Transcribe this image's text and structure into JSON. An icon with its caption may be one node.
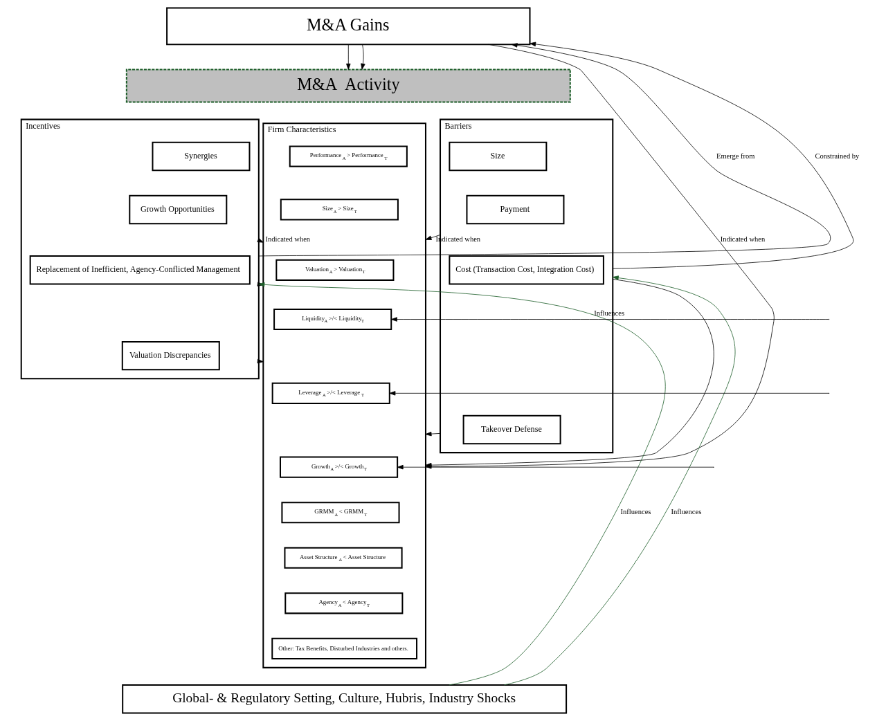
{
  "diagram": {
    "nodes": [
      {
        "text": [
          "M&A Gains"
        ]
      },
      {
        "text": [
          "M&A  Activity"
        ]
      },
      {
        "text": [
          "Incentives"
        ]
      },
      {
        "text": [
          "Synergies"
        ],
        "in": 2
      },
      {
        "text": [
          "Growth Opportunities"
        ],
        "in": 2
      },
      {
        "text": [
          "Replacement of Inefficient, Agency-Conflicted Management"
        ],
        "in": 2
      },
      {
        "text": [
          "Valuation Discrepancies"
        ],
        "in": 2
      },
      {
        "text": [
          "Firm Characteristics"
        ]
      },
      {
        "text": [
          "Performance$_{A}$ > Performance$_{T}$"
        ],
        "in": 7
      },
      {
        "text": [
          "Size$_{A}$ > Size$_{T}$"
        ],
        "in": 7
      },
      {
        "text": [
          "Valuation$_{A}$ > Valuation$_{T}$"
        ],
        "in": 7
      },
      {
        "text": [
          "Liquidity$_{A}$ >/< Liquidity$_{T}$"
        ],
        "in": 7
      },
      {
        "text": [
          "Leverage$_{A}$ >/< Leverage$_{T}$"
        ],
        "in": 7
      },
      {
        "text": [
          "Growth$_{A}$ >/< Growth$_{T}$"
        ],
        "in": 7
      },
      {
        "text": [
          "GRMM$_{A}$ < GRMM$_{T}$"
        ],
        "in": 7
      },
      {
        "text": [
          "Asset Structure$_{A}$ < Asset Structure"
        ],
        "in": 7
      },
      {
        "text": [
          "Agency$_{A}$ < Agency$_{T}$"
        ],
        "in": 7
      },
      {
        "text": [
          "Other: Tax Benefits, Disturbed Industries and others."
        ],
        "in": 7
      },
      {
        "text": [
          "Barriers"
        ]
      },
      {
        "text": [
          "Size"
        ],
        "in": 18
      },
      {
        "text": [
          "Payment"
        ],
        "in": 18
      },
      {
        "text": [
          "Cost (Transaction Cost, Integration Cost)"
        ],
        "in": 18
      },
      {
        "text": [
          "Takeover Defense"
        ],
        "in": 18
      },
      {
        "text": [
          "Global- & Regulatory Setting, Culture, Hubris, Industry Shocks"
        ]
      }
    ],
    "edges": [
      {
        "from": 2,
        "to": 0,
        "arrow": "to",
        "label": "Emerge from"
      },
      {
        "from": 18,
        "to": 0,
        "arrow": "to",
        "label": "Constrained by"
      },
      {
        "from": 0,
        "to": 1,
        "arrow": "to"
      },
      {
        "from": 0,
        "to": 1,
        "arrow": "to"
      },
      {
        "from": 0,
        "to": 7,
        "arrow": "to",
        "label": "Indicated when"
      },
      {
        "from": 2,
        "to": 7,
        "arrow": "to",
        "label": "Indicated when"
      },
      {
        "from": 2,
        "to": 7,
        "arrow": "to"
      },
      {
        "from": 2,
        "to": 7,
        "arrow": "to"
      },
      {
        "from": 18,
        "to": 7,
        "arrow": "to",
        "label": "Indicated when"
      },
      {
        "from": 18,
        "to": 7,
        "arrow": "to"
      },
      {
        "from": 18,
        "to": 7,
        "arrow": "to"
      },
      {
        "from": null,
        "to": 11,
        "arrow": "to",
        "label": "Influences"
      },
      {
        "from": null,
        "to": 12,
        "arrow": "to"
      },
      {
        "from": null,
        "to": 13,
        "arrow": "to"
      },
      {
        "from": 23,
        "to": 2,
        "arrow": "to",
        "label": "Influences",
        "color": "#1e5e2a"
      },
      {
        "from": 23,
        "to": 18,
        "arrow": "to",
        "label": "Influences",
        "color": "#1e5e2a"
      }
    ]
  }
}
